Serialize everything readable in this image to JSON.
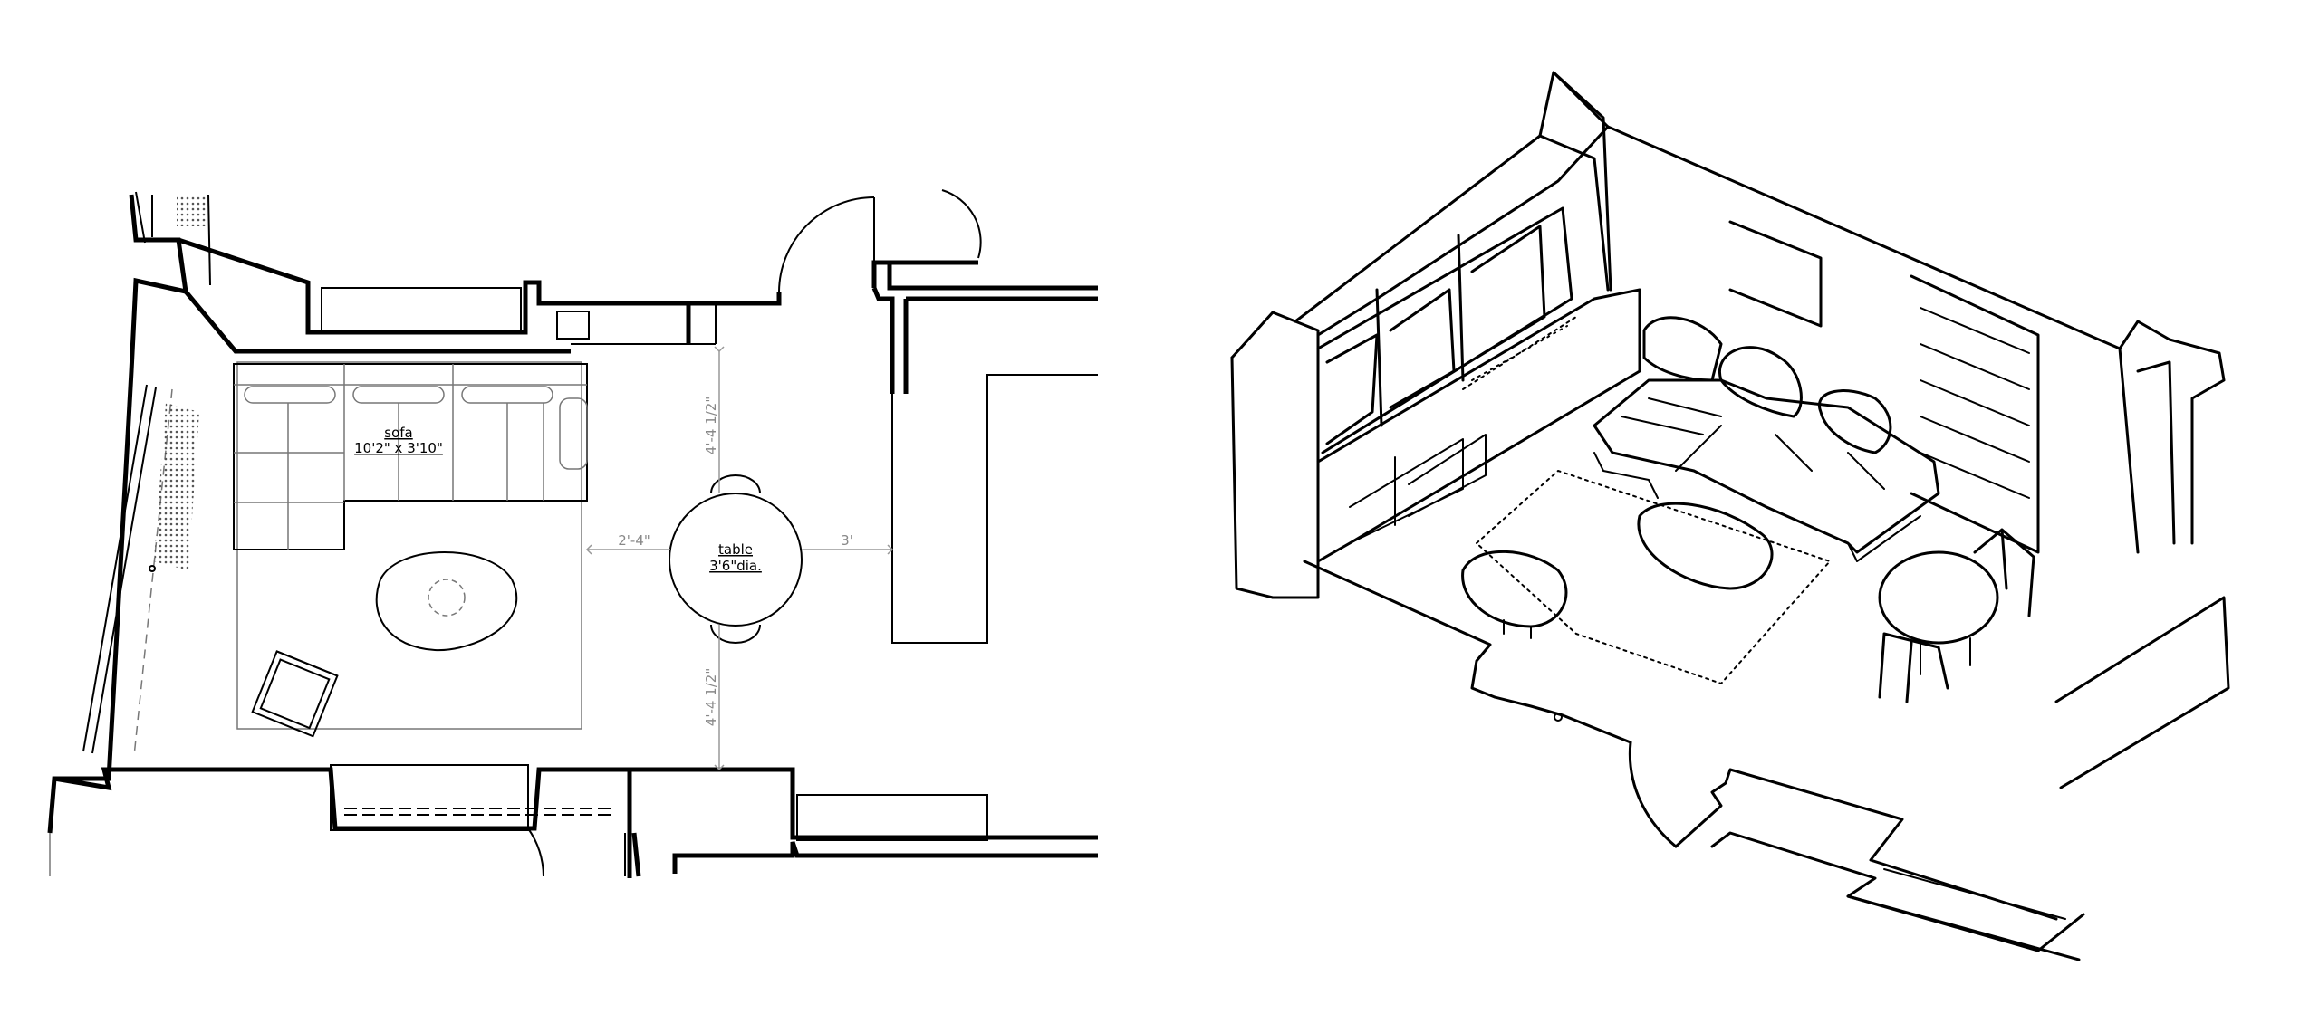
{
  "plan": {
    "sofa": {
      "name": "sofa",
      "size": "10'2\" x 3'10\""
    },
    "table": {
      "name": "table",
      "size": "3'6\"dia."
    },
    "dimensions": {
      "top_clearance": "4'-4 1/2\"",
      "bottom_clearance": "4'-4 1/2\"",
      "sofa_to_table": "2'-4\"",
      "table_to_wall": "3'"
    }
  },
  "sketch": {
    "label": ""
  }
}
